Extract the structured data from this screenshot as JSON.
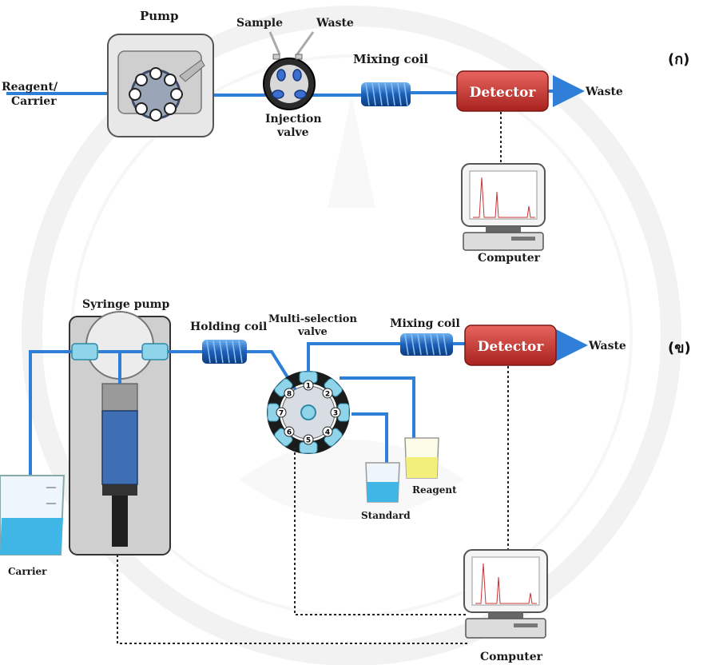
{
  "panel_a": {
    "marker": "(ก)",
    "pump": "Pump",
    "sample": "Sample",
    "waste_top": "Waste",
    "reagent_carrier_1": "Reagent/",
    "reagent_carrier_2": "Carrier",
    "mixing_coil": "Mixing coil",
    "injection_1": "Injection",
    "injection_2": "valve",
    "detector": "Detector",
    "waste_out": "Waste",
    "computer": "Computer"
  },
  "panel_b": {
    "marker": "(ข)",
    "syringe_pump": "Syringe pump",
    "holding_coil": "Holding coil",
    "msv_1": "Multi-selection",
    "msv_2": "valve",
    "mixing_coil": "Mixing coil",
    "detector": "Detector",
    "waste_out": "Waste",
    "standard": "Standard",
    "reagent": "Reagent",
    "carrier": "Carrier",
    "computer": "Computer",
    "port_labels": [
      "1",
      "2",
      "3",
      "4",
      "5",
      "6",
      "7",
      "8"
    ]
  },
  "colors": {
    "tubing": "#2f7fd8",
    "detector": "#c8302c",
    "valve_ring": "#1b1b1b",
    "port": "#8fd4e8",
    "carrier_liquid": "#3fb6e6",
    "reagent_liquid": "#f2f07a",
    "watermark": "#e6e6e6"
  }
}
